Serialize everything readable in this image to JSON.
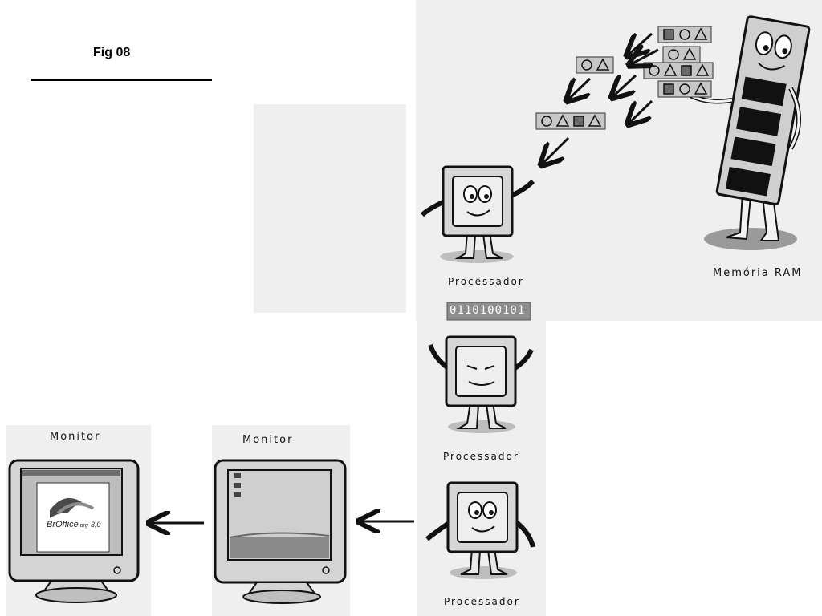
{
  "figure": {
    "title": "Fig 08"
  },
  "labels": {
    "ram": "Memória RAM",
    "cpu_top": "Processador",
    "cpu_middle": "Processador",
    "cpu_bottom": "Processador",
    "monitor_left": "Monitor",
    "monitor_right": "Monitor"
  },
  "binary": "0110100101",
  "splash": {
    "brand": "BrOffice",
    "suffix": ".org",
    "version": "3.0"
  },
  "desktop_icons": [
    "",
    "",
    ""
  ],
  "data_blocks": [
    [
      "square",
      "circle",
      "triangle"
    ],
    [
      "circle",
      "triangle"
    ],
    [
      "circle",
      "triangle"
    ],
    [
      "circle",
      "triangle",
      "square",
      "triangle"
    ],
    [
      "square",
      "circle",
      "triangle"
    ],
    [
      "circle",
      "triangle",
      "square",
      "triangle"
    ]
  ],
  "colors": {
    "ink": "#111111",
    "panel": "#e6e6e6",
    "block": "#c7c7c7",
    "screen_dark": "#555555"
  }
}
